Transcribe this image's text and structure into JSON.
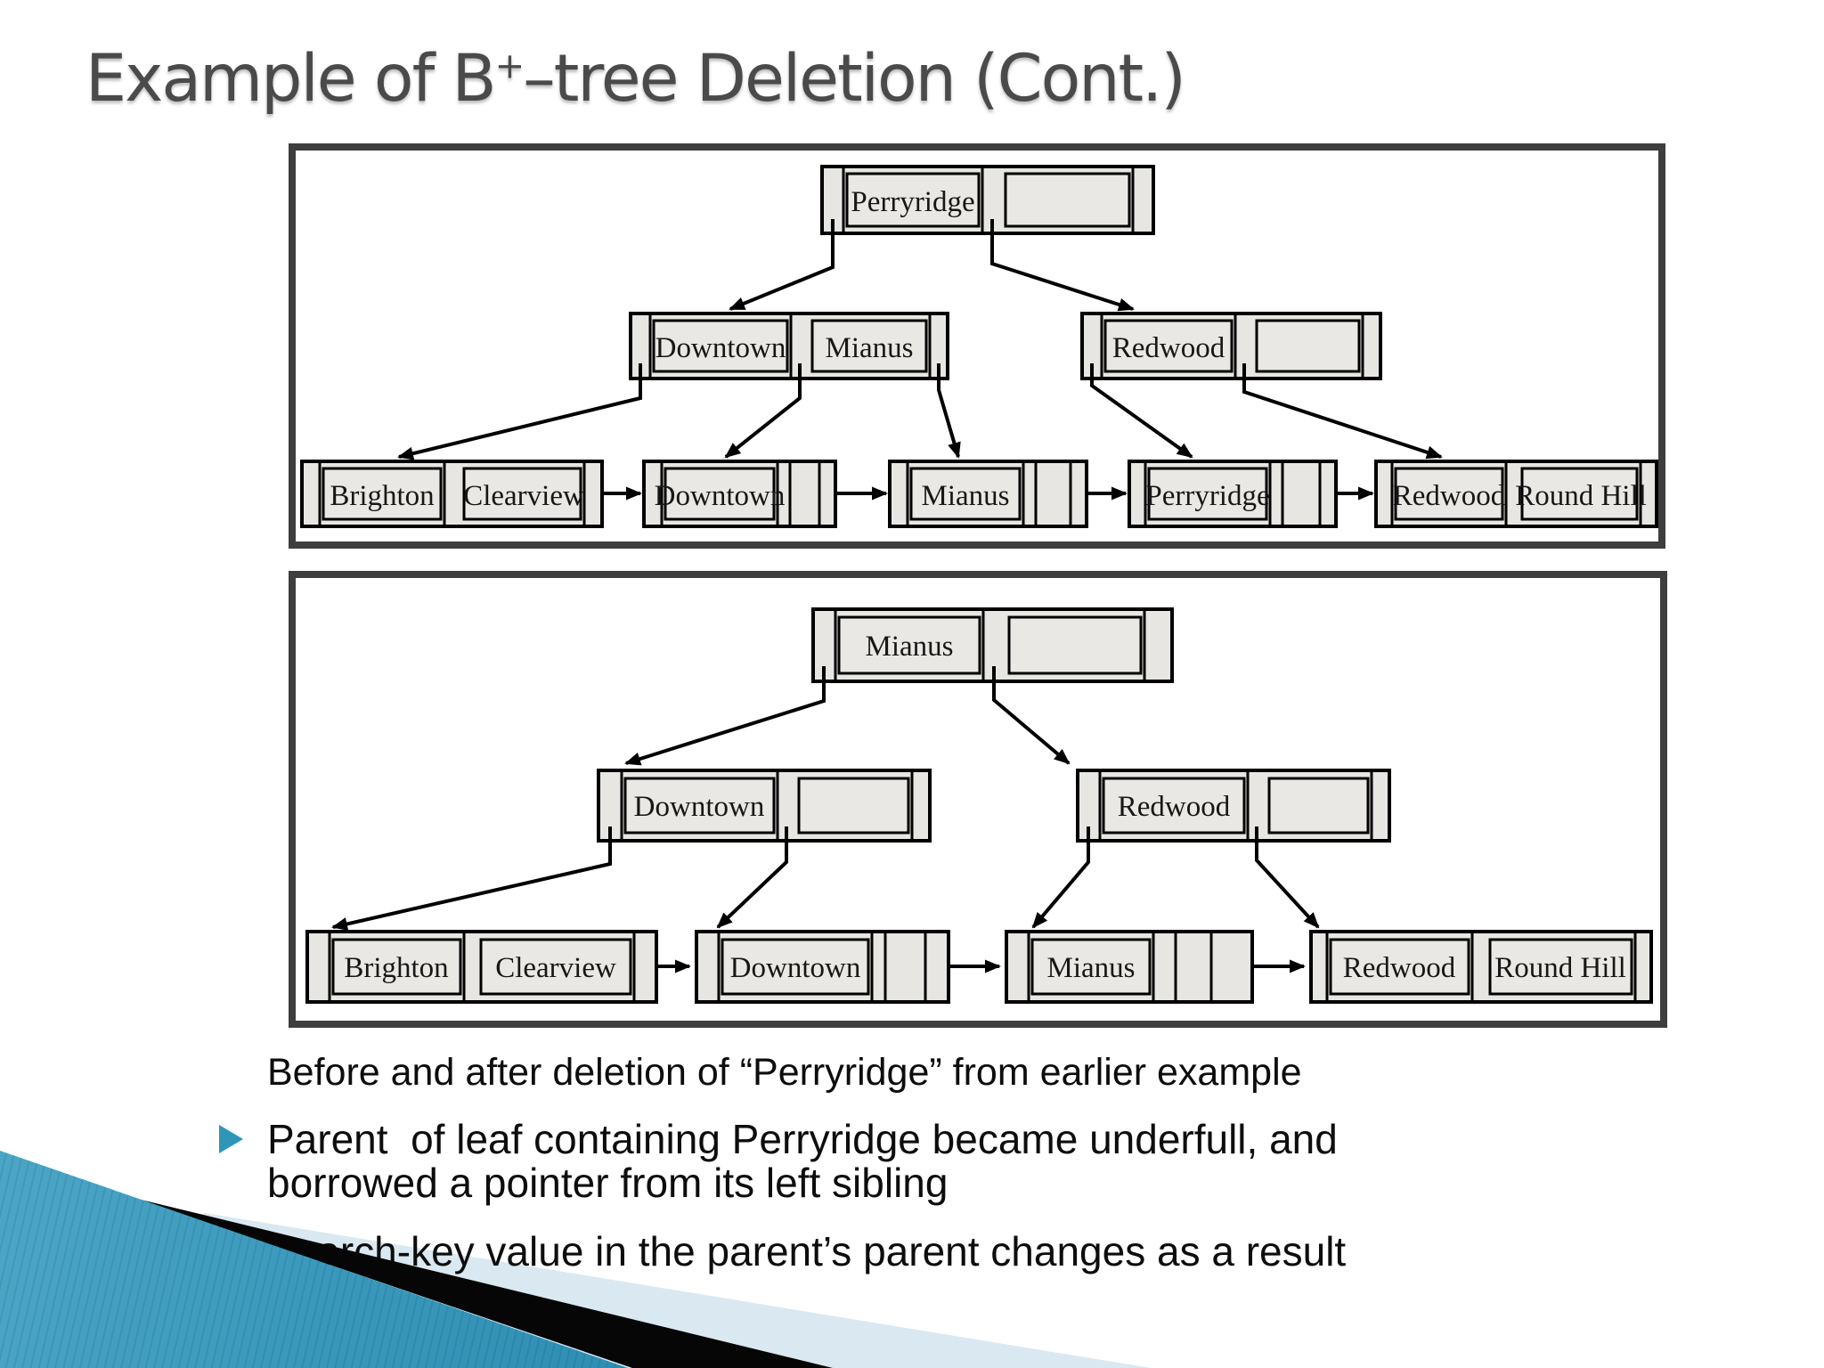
{
  "slide": {
    "title": {
      "pre": "Example of B",
      "sup": "+",
      "post": "–tree Deletion (Cont.)"
    },
    "caption": "Before and after deletion of “Perryridge” from earlier example",
    "bullets": [
      {
        "lines": [
          "Parent  of leaf containing Perryridge became underfull, and",
          "borrowed a pointer from its left sibling"
        ]
      },
      {
        "lines": [
          "Search-key value in the parent’s parent changes as a result"
        ]
      }
    ],
    "accent_color": "#2E96B8"
  },
  "diagram_before": {
    "label": "B+-tree before deletion of Perryridge",
    "root": {
      "keys": [
        "Perryridge",
        ""
      ]
    },
    "internal": [
      {
        "keys": [
          "Downtown",
          "Mianus"
        ]
      },
      {
        "keys": [
          "Redwood",
          ""
        ]
      }
    ],
    "leaves": [
      {
        "keys": [
          "Brighton",
          "Clearview"
        ]
      },
      {
        "keys": [
          "Downtown"
        ]
      },
      {
        "keys": [
          "Mianus"
        ]
      },
      {
        "keys": [
          "Perryridge"
        ]
      },
      {
        "keys": [
          "Redwood",
          "Round Hill"
        ]
      }
    ]
  },
  "diagram_after": {
    "label": "B+-tree after deletion of Perryridge",
    "root": {
      "keys": [
        "Mianus",
        ""
      ]
    },
    "internal": [
      {
        "keys": [
          "Downtown",
          ""
        ]
      },
      {
        "keys": [
          "Redwood",
          ""
        ]
      }
    ],
    "leaves": [
      {
        "keys": [
          "Brighton",
          "Clearview"
        ]
      },
      {
        "keys": [
          "Downtown"
        ]
      },
      {
        "keys": [
          "Mianus"
        ]
      },
      {
        "keys": [
          "Redwood",
          "Round Hill"
        ]
      }
    ]
  }
}
